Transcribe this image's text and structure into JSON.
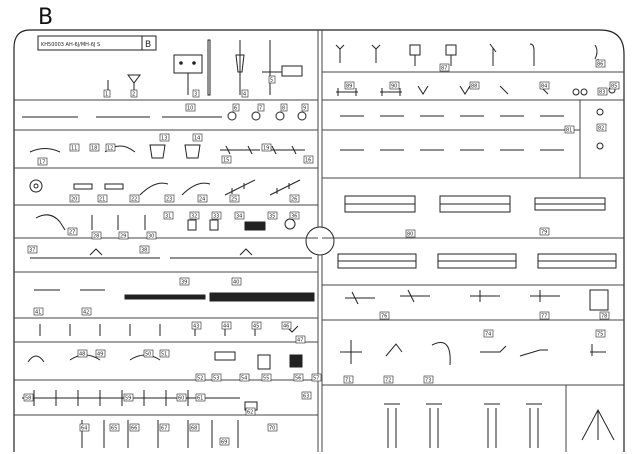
{
  "sprue_letter": "B",
  "sprue_tag": {
    "code": "KH50003 AH-6J/MH-6J S",
    "letter": "B"
  },
  "part_numbers": [
    "1",
    "2",
    "3",
    "4",
    "5",
    "6",
    "7",
    "8",
    "9",
    "10",
    "11",
    "12",
    "13",
    "14",
    "15",
    "16",
    "17",
    "18",
    "19",
    "20",
    "21",
    "22",
    "23",
    "24",
    "25",
    "26",
    "27",
    "28",
    "29",
    "30",
    "31",
    "32",
    "33",
    "34",
    "35",
    "36",
    "37",
    "38",
    "39",
    "40",
    "41",
    "42",
    "43",
    "44",
    "45",
    "46",
    "47",
    "48",
    "49",
    "50",
    "51",
    "52",
    "53",
    "54",
    "55",
    "56",
    "57",
    "58",
    "59",
    "60",
    "61",
    "62",
    "63",
    "64",
    "65",
    "66",
    "67",
    "68",
    "69",
    "70",
    "71",
    "72",
    "73",
    "74",
    "75",
    "76",
    "77",
    "78",
    "79",
    "80",
    "81",
    "82",
    "83",
    "84",
    "85",
    "86",
    "87",
    "88",
    "89",
    "90"
  ]
}
